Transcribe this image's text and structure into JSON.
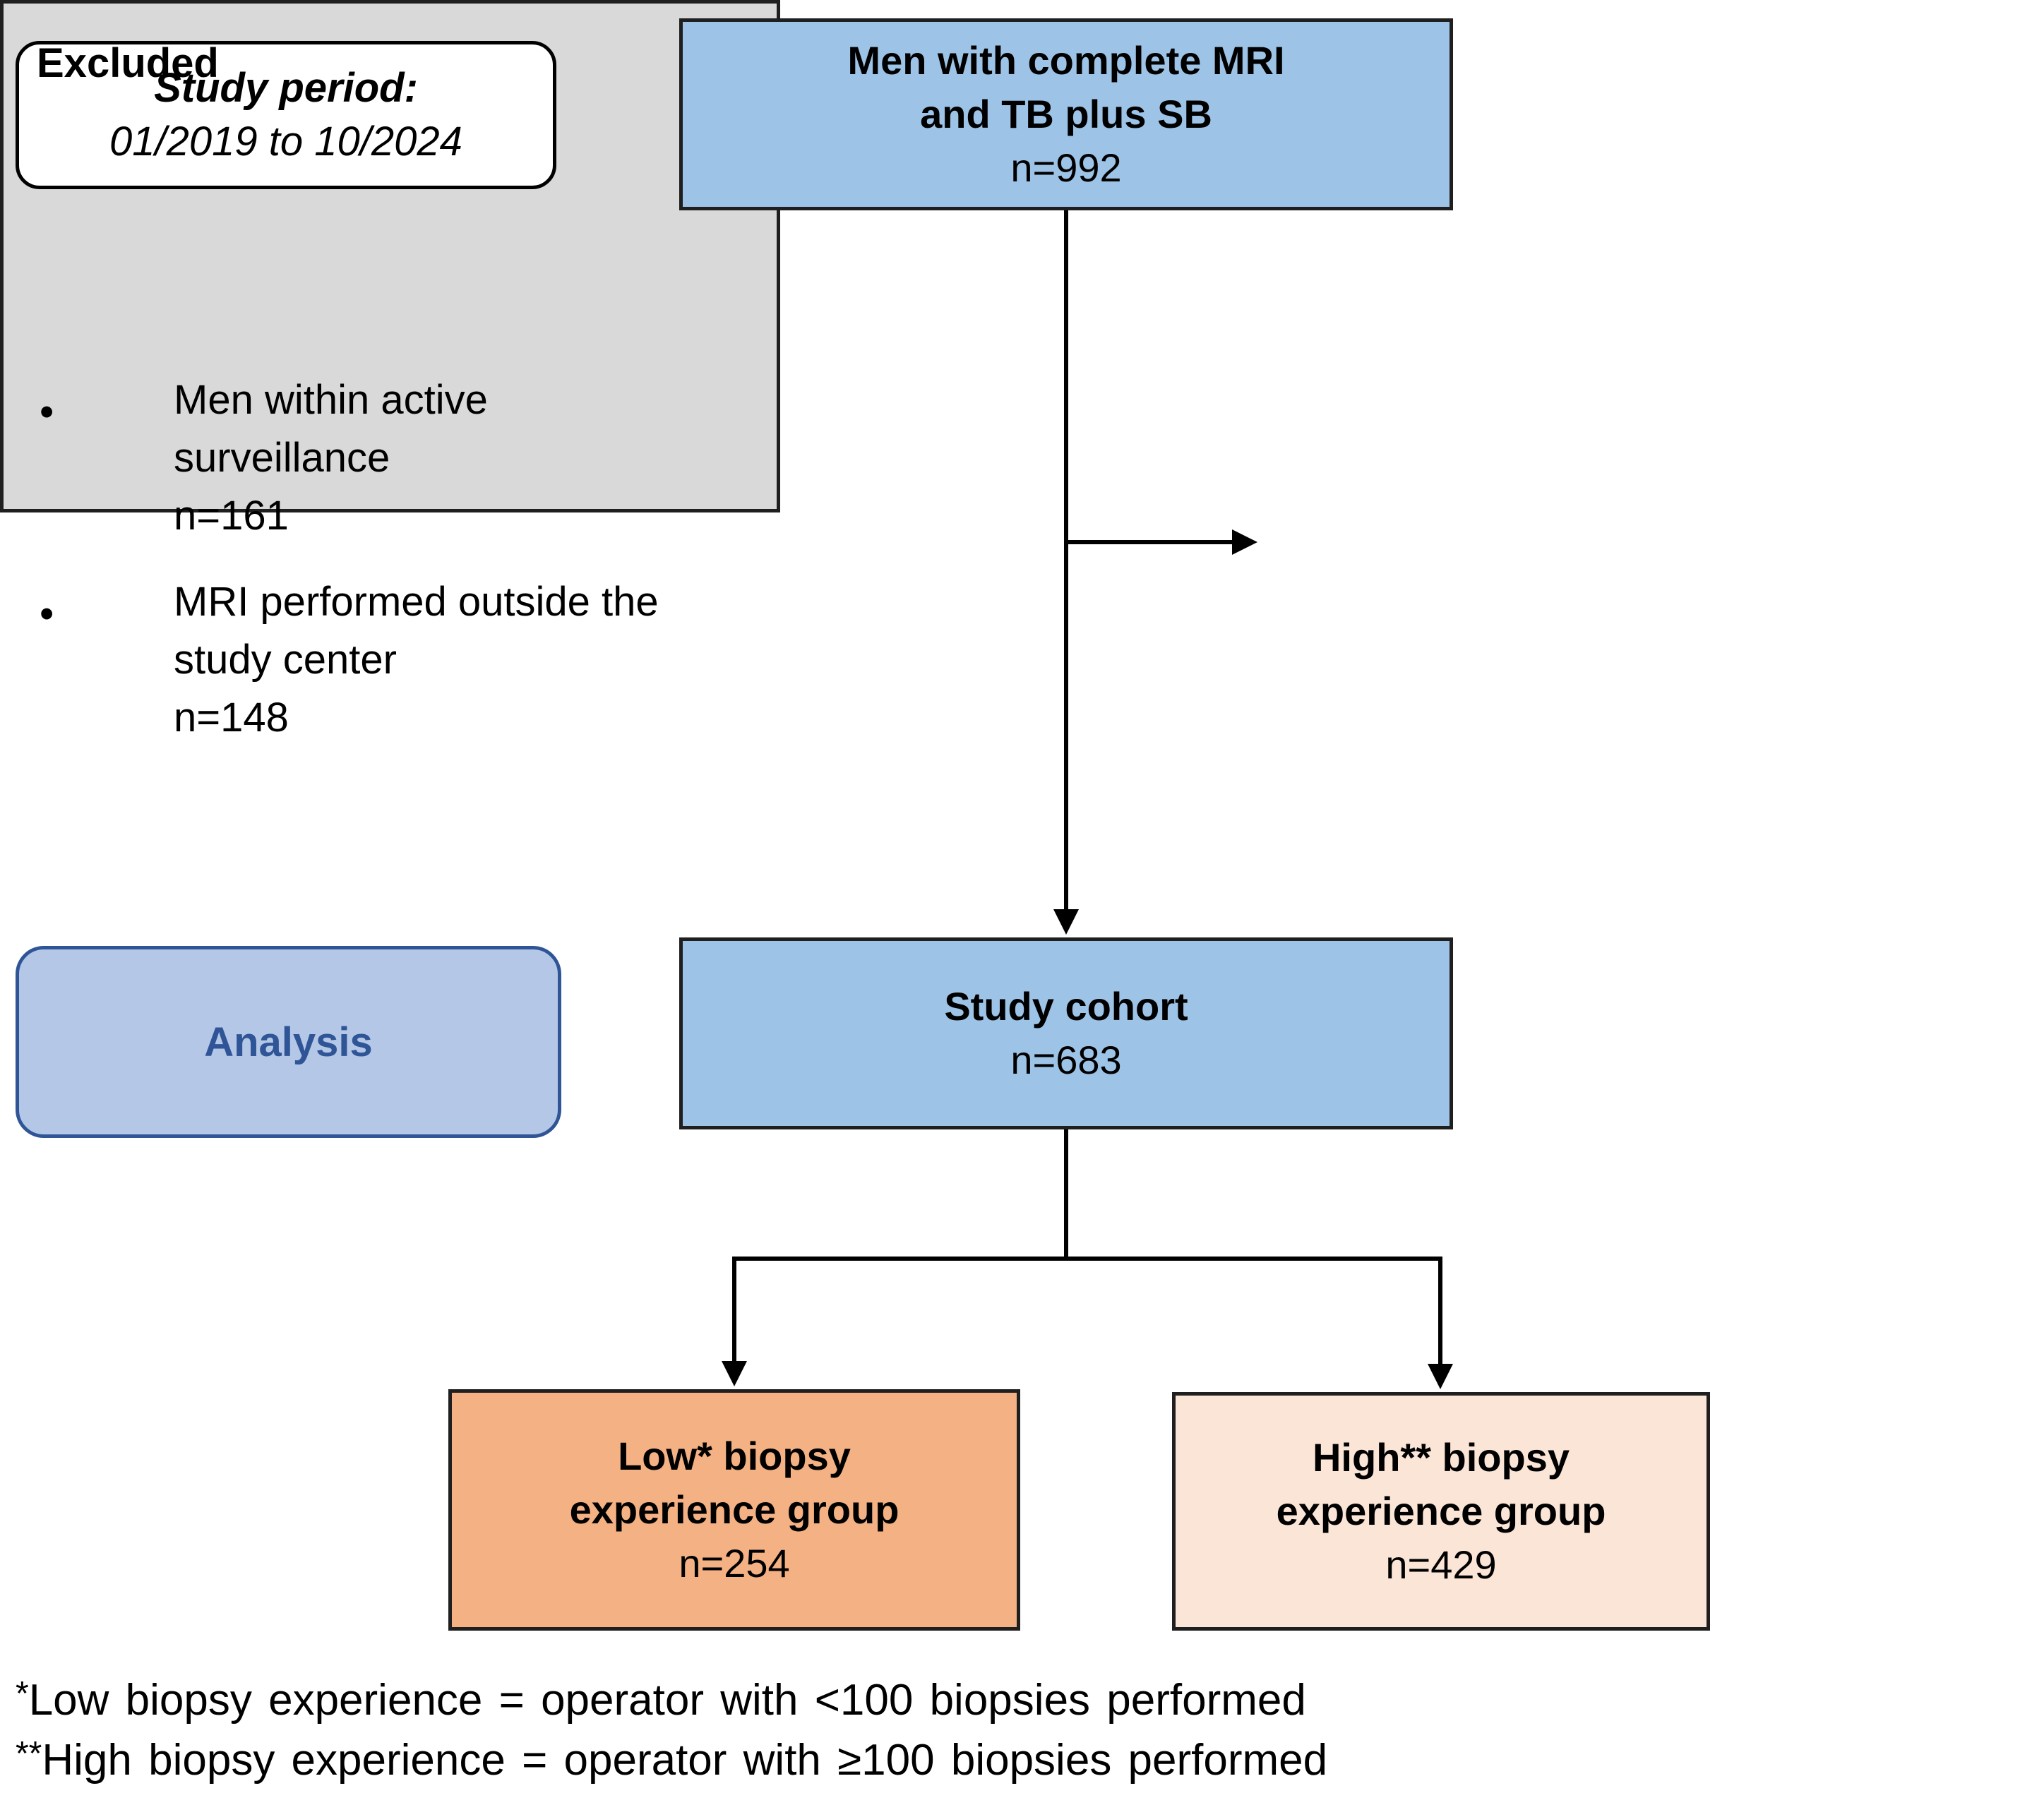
{
  "study_period": {
    "label": "Study period:",
    "range": "01/2019 to 10/2024"
  },
  "total": {
    "line1": "Men with complete MRI",
    "line2": "and TB plus SB",
    "n": "n=992"
  },
  "excluded": {
    "title": "Excluded",
    "items": [
      {
        "bullet": "•",
        "line1": "Men within active",
        "line2": "surveillance",
        "n": "n=161"
      },
      {
        "bullet": "•",
        "line1": "MRI performed outside the",
        "line2": "study center",
        "n": "n=148"
      }
    ]
  },
  "analysis": {
    "label": "Analysis"
  },
  "cohort": {
    "title": "Study cohort",
    "n": "n=683"
  },
  "low": {
    "line1": "Low* biopsy",
    "line2": "experience group",
    "n": "n=254"
  },
  "high": {
    "line1": "High** biopsy",
    "line2": "experience group",
    "n": "n=429"
  },
  "footnotes": [
    {
      "mark": "*",
      "text": "Low biopsy experience = operator with <100 biopsies performed"
    },
    {
      "mark": "**",
      "text": "High biopsy experience = operator with ≥100 biopsies performed"
    }
  ]
}
